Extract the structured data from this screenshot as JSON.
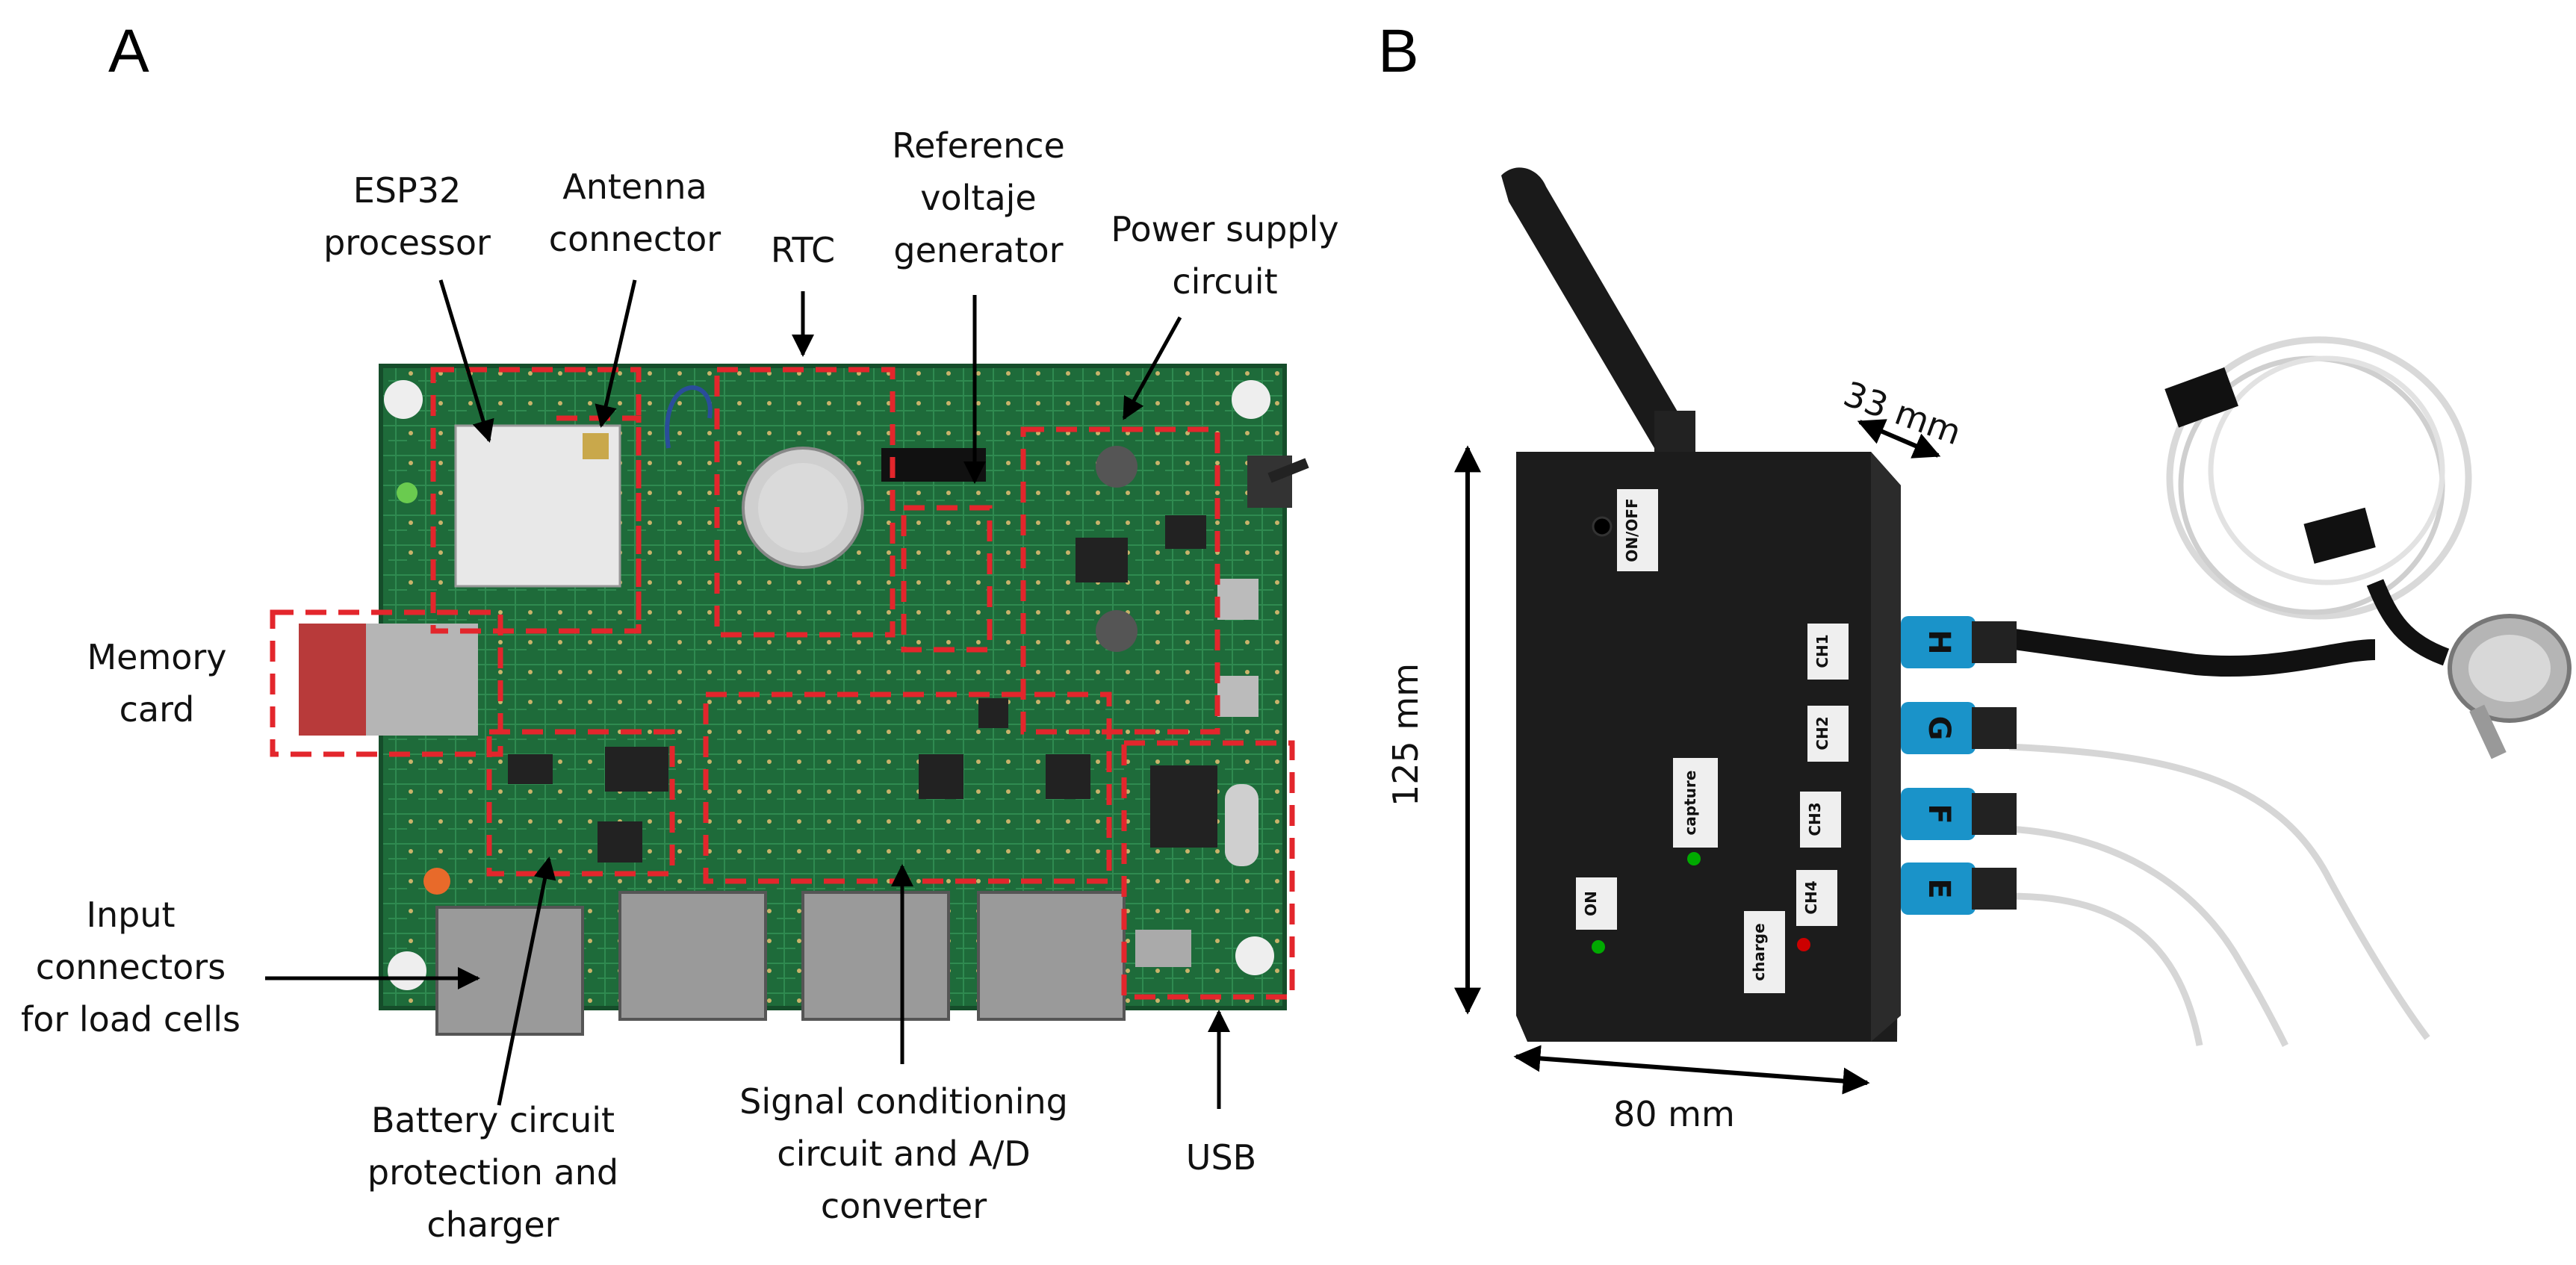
{
  "panels": {
    "a": "A",
    "b": "B"
  },
  "labels_a": {
    "esp32": "ESP32\nprocessor",
    "antenna": "Antenna\nconnector",
    "rtc": "RTC",
    "reference": "Reference\nvoltaje\ngenerator",
    "power": "Power supply\ncircuit",
    "memory": "Memory\ncard",
    "input": "Input\nconnectors\nfor load cells",
    "battery": "Battery circuit\nprotection and\ncharger",
    "signal": "Signal conditioning\ncircuit and A/D\nconverter",
    "usb": "USB"
  },
  "labels_b": {
    "depth": "33 mm",
    "height": "125 mm",
    "width": "80 mm"
  },
  "box_tags": {
    "on_off": "ON/OFF",
    "capture": "capture",
    "on": "ON",
    "charge": "charge",
    "ch1": "CH1",
    "ch2": "CH2",
    "ch3": "CH3",
    "ch4": "CH4"
  },
  "connector_letters": [
    "H",
    "G",
    "F",
    "E"
  ],
  "colors": {
    "pcb_green": "#1e6b3a",
    "dashed_box": "#e3262c",
    "enclosure": "#1c1c1c",
    "connector_blue": "#1a93c9"
  }
}
